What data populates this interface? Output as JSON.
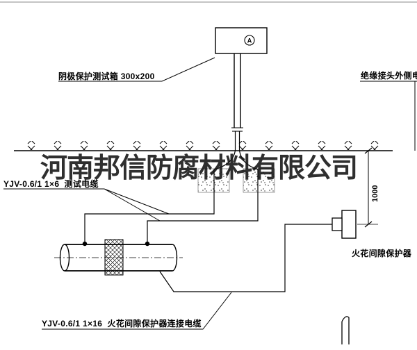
{
  "watermark": "河南邦信防腐材料有限公司",
  "annotations": {
    "test_box_label": "阴极保护测试箱 300x200",
    "right_cable_label": "绝缘接头外侧电缆",
    "test_cable_label": "YJV-0.6/1 1×6  测试电缆",
    "spark_gap_label": "火花间隙保护器",
    "connection_cable_label": "YJV-0.6/1 1×16  火花间隙保护器连接电缆",
    "dimension_1000": "1000",
    "meter_letter": "A"
  },
  "colors": {
    "line": "#000000",
    "watermark": "#121212",
    "background": "#ffffff"
  }
}
